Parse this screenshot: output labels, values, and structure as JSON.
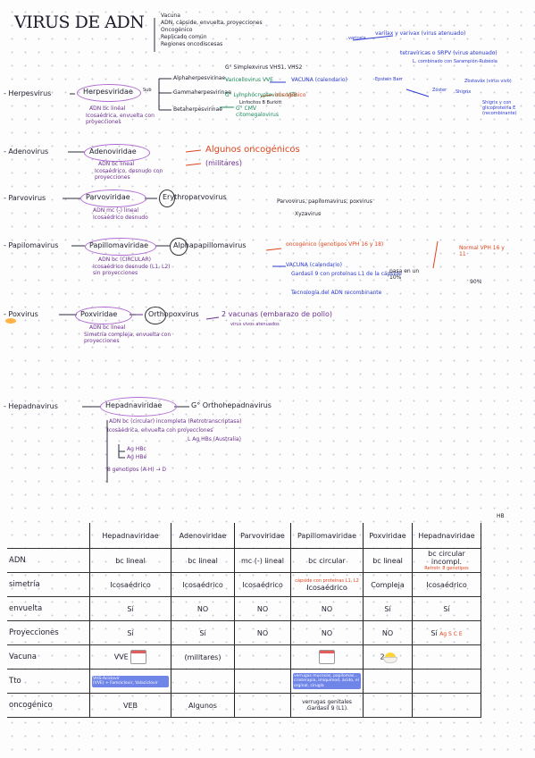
{
  "title": "VIRUS DE ADN",
  "header_notes": [
    "Vacuna",
    "ADN, cápside, envuelta, proyecciones",
    "Oncogénico",
    "Replicado común",
    "Regiones oncodiscesas"
  ],
  "herpes": {
    "family_label": "- Herpesvirus",
    "F": "F",
    "family": "Herpesviridae",
    "sub": "Sub",
    "dna": "ADN bc lineal",
    "sym": "Icosaédrica, envuelta con proyecciones",
    "subfamilies": [
      "Alphaherpesvirinae",
      "Gammaherpesvirinae",
      "Betaherpesvirinae"
    ],
    "alpha": "G° Simplexvirus VHS1, VHS2",
    "varicella": "Varicellovirus VVE",
    "vacuna": "VACUNA (calendario)",
    "gamma": "G° Lymphocryptovirus VEB",
    "gamma_note": "Linfocitos B Burkitt",
    "gamma_onco": "oncogénico",
    "beta": "G° CMV citomegalovirus",
    "side_notes": [
      "varicela",
      "varilax y varivax (virus atenuado)",
      "tetravíricas o SRPV (virus atenuado)",
      "L. combinado con Sarampión-Rubéola",
      "Zóster",
      "Epstein Barr",
      "Shigrix"
    ],
    "side_right": [
      "Zostavax (virus vivo)",
      "Shigrix y con glicoproteína E (recombinante)"
    ]
  },
  "adeno": {
    "family_label": "- Adenovirus",
    "family": "Adenoviridae",
    "dna": "ADN bc lineal",
    "sym": "Icosaédrico, desnudo con proyecciones",
    "arrow1": "Algunos oncogénicos",
    "arrow2": "(militares)"
  },
  "parvo": {
    "family_label": "- Parvovirus",
    "family": "Parvoviridae",
    "genus": "Erythroparvovirus",
    "dna": "ADN mc (-) lineal",
    "sym": "Icosaédrico desnudo",
    "note": "Parvovirus, papilomavirus, poxvirus",
    "note2": "Xyzavirus"
  },
  "papilo": {
    "family_label": "- Papilomavirus",
    "family": "Papillomaviridae",
    "genus": "Alphapapillomavirus",
    "dna": "ADN bc (CIRCULAR)",
    "sym": "Icosaédrico desnudo (L1, L2) sin proyecciones",
    "onco": "oncogénico (genotipos VPH 16 y 18)",
    "vacuna": "VACUNA (calendario)",
    "gardasil": "Gardasil 9 con proteínas L1 de la cápside",
    "tecn": "Tecnología del ADN recombinante",
    "pasa": "pasa en un 10%",
    "normal": "Normal VPH 16 y 11",
    "pct": "90%"
  },
  "pox": {
    "family_label": "- Poxvirus",
    "family": "Poxviridae",
    "genus": "Orthopoxvirus",
    "dna": "ADN bc lineal",
    "sym": "Simetría compleja, envuelta con proyecciones",
    "vac": "2 vacunas (embarazo de pollo)",
    "vac2": "virus vivos atenuados"
  },
  "hepadna": {
    "family_label": "- Hepadnavirus",
    "family": "Hepadnaviridae",
    "genus": "G° Orthohepadnavirus",
    "dna": "ADN bc (circular) incompleta (Retrotranscriptasa)",
    "sym": "Icosaédrica, envuelta con proyecciones",
    "agh": "L Ag HBs (Australia)",
    "agc": "Ag HBc",
    "age": "Ag HBe",
    "genotypes": "8 genotipos (A-H) → D"
  },
  "table": {
    "mark_hb": "HB",
    "headers": [
      "",
      "Hepadnaviridae",
      "Adenoviridae",
      "Parvoviridae",
      "Papillomaviridae",
      "Poxviridae",
      "Hepadnaviridae"
    ],
    "rows": [
      {
        "label": "ADN",
        "cells": [
          "bc lineal",
          "bc lineal",
          "mc (-) lineal",
          "bc circular",
          "bc lineal",
          "bc circular incompl."
        ],
        "notes": [
          "",
          "",
          "",
          "",
          "",
          "Retrotr. 8 genotipos"
        ]
      },
      {
        "label": "simetría",
        "cells": [
          "Icosaédrico",
          "Icosaédrico",
          "Icosaédrico",
          "Icosaédrico",
          "Compleja",
          "Icosaédrico"
        ],
        "notes": [
          "",
          "",
          "",
          "cápside con proteínas L1, L2",
          "",
          ""
        ]
      },
      {
        "label": "envuelta",
        "cells": [
          "Sí",
          "NO",
          "NO",
          "NO",
          "Sí",
          "Sí"
        ],
        "notes": [
          "",
          "",
          "",
          "",
          "",
          ""
        ]
      },
      {
        "label": "Proyecciones",
        "cells": [
          "Sí",
          "Sí",
          "NO",
          "NO",
          "NO",
          "Sí"
        ],
        "notes": [
          "",
          "",
          "",
          "",
          "",
          "Ag S C E"
        ]
      },
      {
        "label": "Vacuna",
        "cells": [
          "VVE",
          "(militares)",
          "",
          "",
          "2",
          ""
        ],
        "notes": [
          "",
          "",
          "",
          "",
          "",
          ""
        ]
      },
      {
        "label": "Tto",
        "cells": [
          "VHS-Aciclovir",
          "",
          "",
          "",
          "",
          ""
        ],
        "notes": [
          "(VVE) + Famciclovir, Valaciclovir",
          "",
          "",
          "verrugas mucosas, papilomas... crioterapia, imiquimod, ácido, el orginal, cirugía",
          "",
          ""
        ]
      },
      {
        "label": "oncogénico",
        "cells": [
          "VEB",
          "Algunos",
          "",
          "verrugas genitales Gardasil 9 (L1)",
          "",
          ""
        ],
        "notes": [
          "",
          "",
          "",
          "",
          "",
          ""
        ]
      }
    ]
  }
}
